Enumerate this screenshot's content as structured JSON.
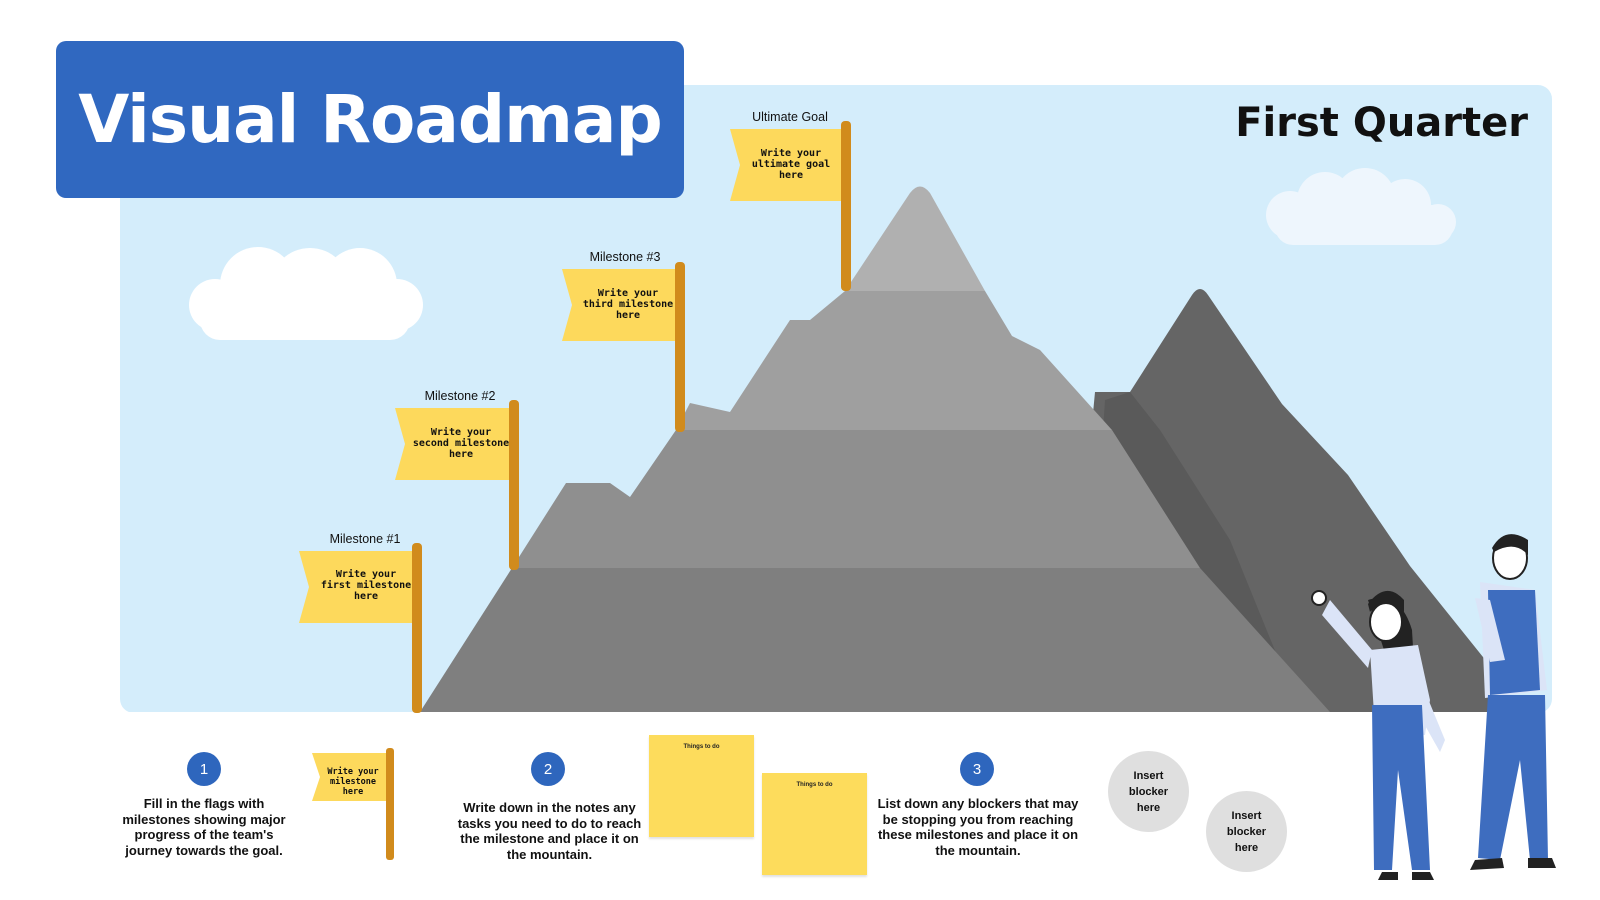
{
  "header": {
    "title": "Visual Roadmap",
    "quarter": "First Quarter"
  },
  "flags": [
    {
      "label": "Ultimate Goal",
      "text": "Write your ultimate goal here"
    },
    {
      "label": "Milestone #3",
      "text": "Write your third milestone here"
    },
    {
      "label": "Milestone #2",
      "text": "Write your second milestone here"
    },
    {
      "label": "Milestone #1",
      "text": "Write your first milestone here"
    }
  ],
  "steps": [
    {
      "number": "1",
      "text": "Fill in the flags with milestones showing major progress of the team's journey towards the goal.",
      "sample_flag": "Write your milestone here"
    },
    {
      "number": "2",
      "text": "Write down in the notes any tasks you need to do to reach the milestone and place it on the mountain.",
      "notes": [
        "Things to do",
        "Things to do"
      ]
    },
    {
      "number": "3",
      "text": "List down any blockers that may be stopping you from reaching these milestones and place it on the mountain.",
      "blockers": [
        "Insert blocker here",
        "Insert blocker here"
      ]
    }
  ],
  "colors": {
    "title_bg": "#3068c0",
    "sky": "#d4edfb",
    "flag": "#fdd95c",
    "pole": "#d18b1c",
    "step_circle": "#2e66bd",
    "note": "#fddc5c",
    "blocker": "#dfdfdf"
  },
  "icons": [
    "cloud-icon",
    "mountain-illustration",
    "flag-icon",
    "woman-illustration",
    "man-illustration"
  ]
}
